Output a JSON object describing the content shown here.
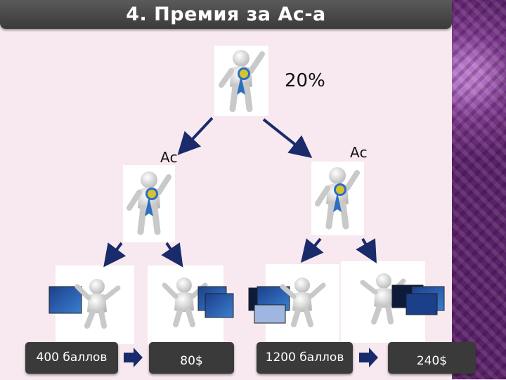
{
  "title": "4. Премия за Ас-а",
  "percent_label": "20%",
  "ac_left": "Ас",
  "ac_right": "Ас",
  "box_points_left": "400 баллов",
  "box_money_left": "80$",
  "box_points_right": "1200 баллов",
  "box_money_right": "240$",
  "colors": {
    "arrow": "#1a2b6b",
    "title_bar": "#4a4a4a",
    "ribbon": "#2a6fc0",
    "rosette": "#d6c230"
  }
}
